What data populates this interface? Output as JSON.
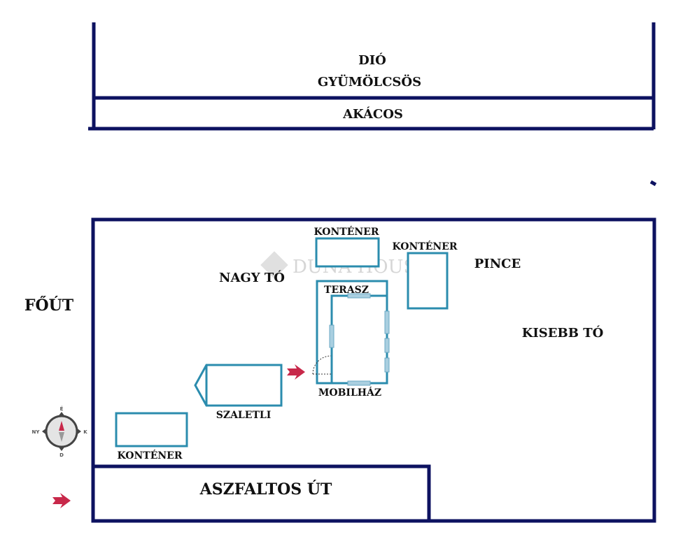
{
  "labels": {
    "dio": "DIÓ",
    "gyumolcsos": "GYÜMÖLCSÖS",
    "akacos": "AKÁCOS",
    "fout": "FŐÚT",
    "aszfaltos_ut": "ASZFALTOS ÚT",
    "nagy_to": "NAGY TÓ",
    "kisebb_to": "KISEBB TÓ",
    "pince": "PINCE",
    "terasz": "TERASZ",
    "mobilhaz": "MOBILHÁZ",
    "szaletli": "SZALETLI",
    "kontener_top": "KONTÉNER",
    "kontener_right": "KONTÉNER",
    "kontener_bottom": "KONTÉNER"
  },
  "compass": {
    "north": "É",
    "south": "D",
    "east": "K",
    "west": "NY"
  },
  "watermark": "DUNA HOUSE",
  "colors": {
    "boundary": "#0d1260",
    "building": "#2b8cae",
    "arrow": "#c8284a"
  }
}
